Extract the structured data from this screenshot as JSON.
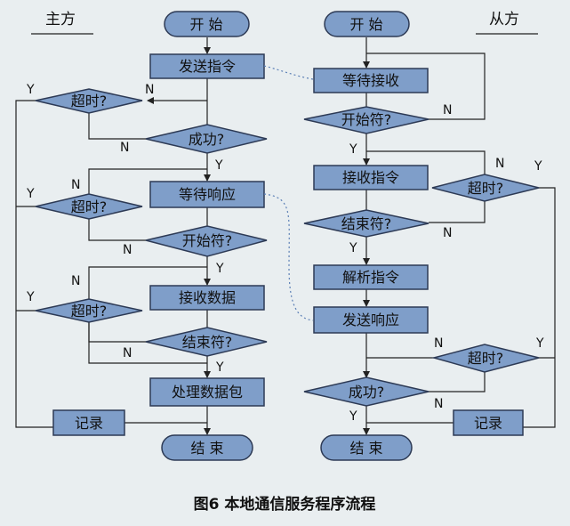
{
  "left_title": "主方",
  "right_title": "从方",
  "master": {
    "start": "开 始",
    "send_cmd": "发送指令",
    "timeout1": "超时?",
    "success": "成功?",
    "wait_resp": "等待响应",
    "timeout2": "超时?",
    "start_char": "开始符?",
    "recv_data": "接收数据",
    "timeout3": "超时?",
    "end_char": "结束符?",
    "process": "处理数据包",
    "record": "记录",
    "end": "结 束"
  },
  "slave": {
    "start": "开 始",
    "wait_recv": "等待接收",
    "start_char": "开始符?",
    "recv_cmd": "接收指令",
    "timeout1": "超时?",
    "end_char": "结束符?",
    "parse": "解析指令",
    "send_resp": "发送响应",
    "timeout2": "超时?",
    "success": "成功?",
    "record": "记录",
    "end": "结 束"
  },
  "labels": {
    "Y": "Y",
    "N": "N"
  },
  "caption": "图6   本地通信服务程序流程"
}
